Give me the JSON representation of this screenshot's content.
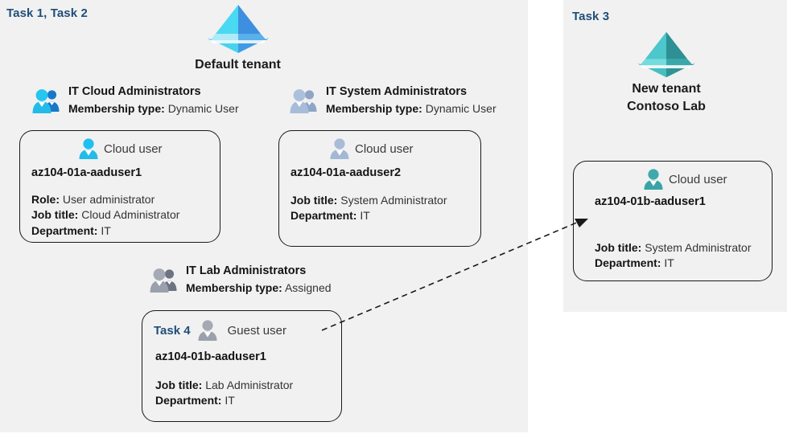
{
  "colors": {
    "panel_background": "#f1f1f1",
    "page_background": "#ffffff",
    "task_label": "#1f4e79",
    "card_border": "#191919",
    "tenant_blue_light": "#50d9f5",
    "tenant_blue_dark": "#3b8ce4",
    "tenant_teal_light": "#55cdd0",
    "tenant_teal_dark": "#2f9fa4",
    "person_blue": "#1fc0f0",
    "person_gray": "#a9b8cf",
    "person_slate": "#9aa0ab",
    "person_teal": "#3fa9ad"
  },
  "left_panel": {
    "task_label": "Task 1, Task 2",
    "tenant": {
      "icon": "azure-tenant-icon",
      "caption": "Default tenant"
    },
    "groups": [
      {
        "icon": "group-users-icon",
        "title": "IT Cloud Administrators",
        "meta_label": "Membership type:",
        "meta_value": "Dynamic User"
      },
      {
        "icon": "group-users-icon",
        "title": "IT System Administrators",
        "meta_label": "Membership type:",
        "meta_value": "Dynamic User"
      },
      {
        "icon": "group-users-icon",
        "title": "IT Lab Administrators",
        "meta_label": "Membership type:",
        "meta_value": "Assigned"
      }
    ],
    "cards": [
      {
        "task_inline": "",
        "icon": "cloud-user-icon",
        "usertype": "Cloud user",
        "name": "az104-01a-aaduser1",
        "props": [
          {
            "label": "Role:",
            "value": "User administrator"
          },
          {
            "label": "Job title:",
            "value": "Cloud Administrator"
          },
          {
            "label": "Department:",
            "value": "IT"
          }
        ]
      },
      {
        "task_inline": "",
        "icon": "cloud-user-icon",
        "usertype": "Cloud user",
        "name": "az104-01a-aaduser2",
        "props": [
          {
            "label": "Job title:",
            "value": "System Administrator"
          },
          {
            "label": "Department:",
            "value": "IT"
          }
        ]
      },
      {
        "task_inline": "Task 4",
        "icon": "guest-user-icon",
        "usertype": "Guest user",
        "name": "az104-01b-aaduser1",
        "props": [
          {
            "label": "Job title:",
            "value": "Lab Administrator"
          },
          {
            "label": "Department:",
            "value": "IT"
          }
        ]
      }
    ]
  },
  "right_panel": {
    "task_label": "Task 3",
    "tenant": {
      "icon": "azure-tenant-icon",
      "caption_line1": "New  tenant",
      "caption_line2": "Contoso Lab"
    },
    "card": {
      "icon": "cloud-user-icon",
      "usertype": "Cloud user",
      "name": "az104-01b-aaduser1",
      "props": [
        {
          "label": "Job title:",
          "value": "System Administrator"
        },
        {
          "label": "Department:",
          "value": "IT"
        }
      ]
    }
  },
  "connector": {
    "name": "dashed-arrow-connector",
    "style": "dashed",
    "from": "guest-user-card",
    "to": "new-tenant-cloud-user-card"
  }
}
